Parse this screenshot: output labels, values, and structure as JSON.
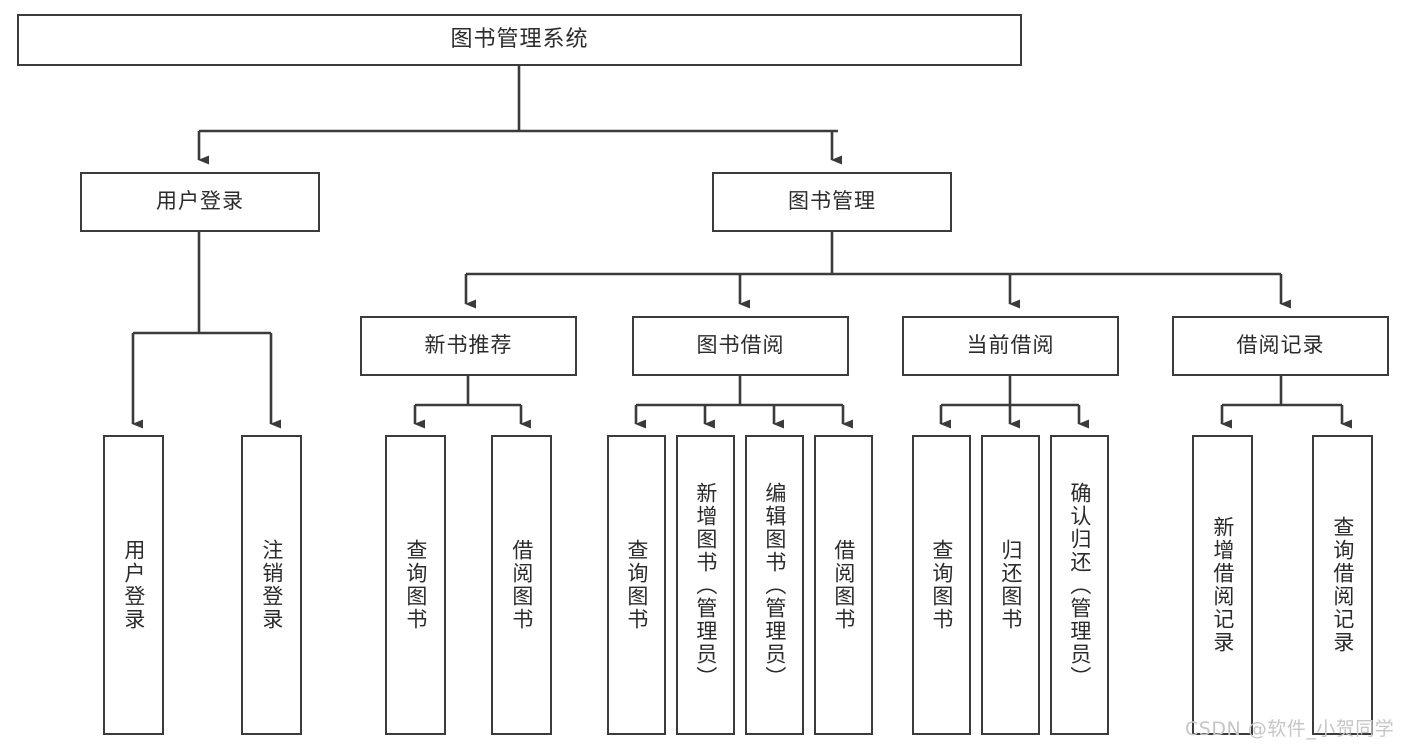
{
  "diagram": {
    "title": "图书管理系统",
    "type": "tree-hierarchy-diagram",
    "background_color": "#ffffff",
    "box_border_color": "#3b3b3b",
    "text_color": "#2b2b2b",
    "watermark": "CSDN @软件_小贺同学",
    "levels": {
      "root": {
        "label": "图书管理系统"
      },
      "level2": [
        {
          "label": "用户登录"
        },
        {
          "label": "图书管理"
        }
      ],
      "level3": [
        {
          "label": "新书推荐"
        },
        {
          "label": "图书借阅"
        },
        {
          "label": "当前借阅"
        },
        {
          "label": "借阅记录"
        }
      ],
      "leaves": {
        "user_login_children": [
          {
            "label": "用户登录"
          },
          {
            "label": "注销登录"
          }
        ],
        "new_book_recommend_children": [
          {
            "label": "查询图书"
          },
          {
            "label": "借阅图书"
          }
        ],
        "book_borrow_children": [
          {
            "label": "查询图书"
          },
          {
            "label": "新增图书（管理员）"
          },
          {
            "label": "编辑图书（管理员）"
          },
          {
            "label": "借阅图书"
          }
        ],
        "current_borrow_children": [
          {
            "label": "查询图书"
          },
          {
            "label": "归还图书"
          },
          {
            "label": "确认归还（管理员）"
          }
        ],
        "borrow_record_children": [
          {
            "label": "新增借阅记录"
          },
          {
            "label": "查询借阅记录"
          }
        ]
      }
    }
  }
}
